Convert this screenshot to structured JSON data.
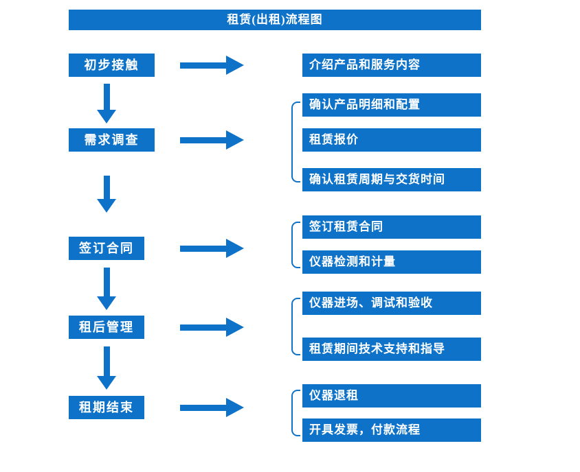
{
  "colors": {
    "accent": "#0d72c8"
  },
  "title": "租赁(出租)流程图",
  "stages": [
    {
      "label": "初步接触",
      "outputs": [
        "介绍产品和服务内容"
      ]
    },
    {
      "label": "需求调查",
      "outputs": [
        "确认产品明细和配置",
        "租赁报价",
        "确认租赁周期与交货时间"
      ]
    },
    {
      "label": "签订合同",
      "outputs": [
        "签订租赁合同",
        "仪器检测和计量"
      ]
    },
    {
      "label": "租后管理",
      "outputs": [
        "仪器进场、调试和验收",
        "租赁期间技术支持和指导"
      ]
    },
    {
      "label": "租期结束",
      "outputs": [
        "仪器退租",
        "开具发票，付款流程"
      ]
    }
  ]
}
